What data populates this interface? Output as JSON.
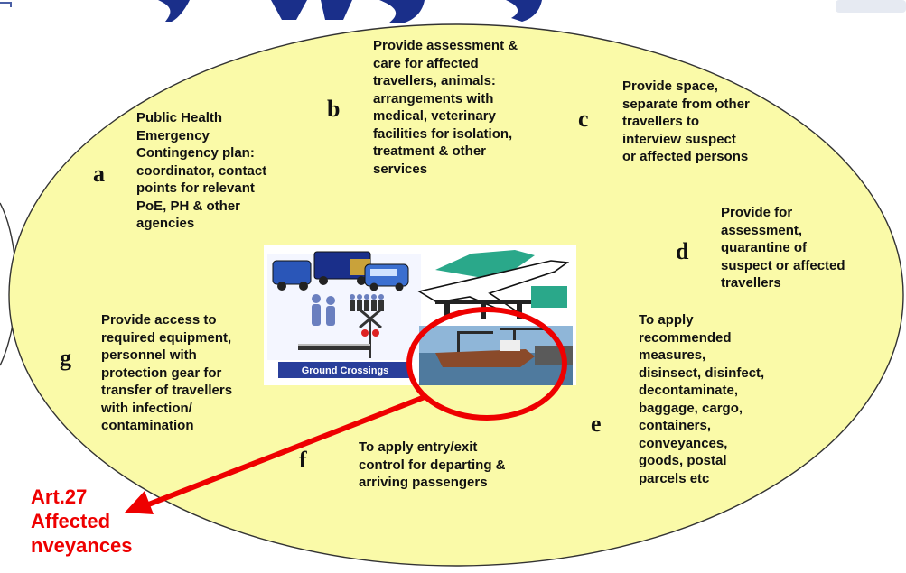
{
  "items": [
    {
      "letter": "a",
      "text": "Public Health\nEmergency\nContingency plan:\ncoordinator, contact\npoints for relevant\nPoE, PH & other\nagencies"
    },
    {
      "letter": "b",
      "text": "Provide assessment &\ncare for affected\ntravellers, animals:\narrangements with\nmedical, veterinary\nfacilities for isolation,\ntreatment & other\nservices"
    },
    {
      "letter": "c",
      "text": "Provide space,\nseparate from other\ntravellers to\ninterview suspect\nor affected persons"
    },
    {
      "letter": "d",
      "text": "Provide for\nassessment,\nquarantine of\nsuspect or affected\ntravellers"
    },
    {
      "letter": "e",
      "text": "To apply\nrecommended\nmeasures,\ndisinsect, disinfect,\ndecontaminate,\nbaggage, cargo,\ncontainers,\nconveyances,\ngoods, postal\nparcels etc"
    },
    {
      "letter": "f",
      "text": "To apply entry/exit\ncontrol for departing &\narriving passengers"
    },
    {
      "letter": "g",
      "text": "Provide access to\nrequired equipment,\npersonnel with\nprotection gear for\ntransfer of travellers\nwith infection/\ncontamination"
    }
  ],
  "image_label": "Ground Crossings",
  "caption": "Art.27\nAffected\nnveyances",
  "colors": {
    "ellipse_fill": "#fafaa8",
    "ellipse_stroke": "#333333",
    "highlight": "#ee0000",
    "title_blue": "#1a2f8a",
    "label_bar": "#2a3f9a"
  }
}
